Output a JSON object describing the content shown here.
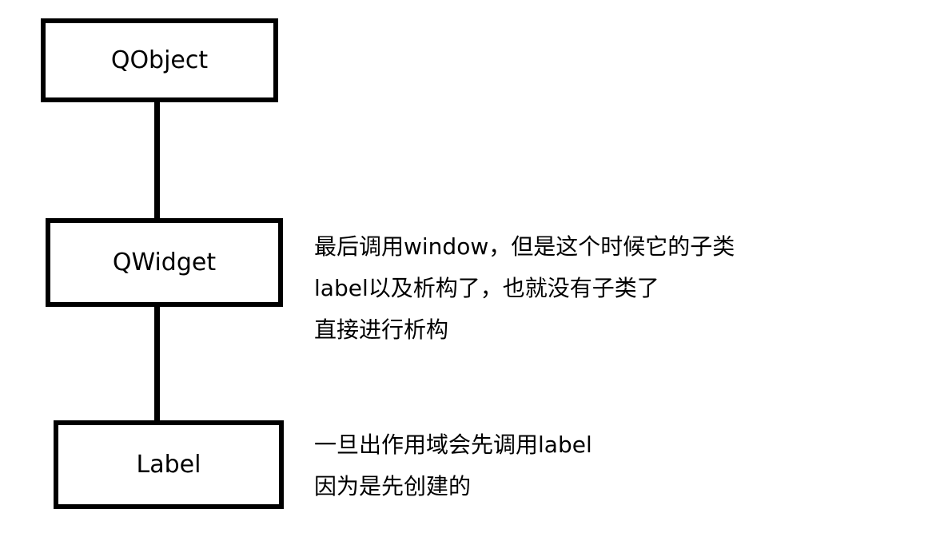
{
  "nodes": {
    "qobject": "QObject",
    "qwidget": "QWidget",
    "label": "Label"
  },
  "annotations": {
    "window": [
      "最后调用window，但是这个时候它的子类",
      "label以及析构了，也就没有子类了",
      "直接进行析构"
    ],
    "label": [
      "一旦出作用域会先调用label",
      "因为是先创建的"
    ]
  }
}
